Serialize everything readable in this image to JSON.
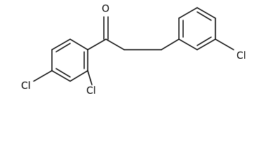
{
  "molecule": {
    "atoms": {
      "oxygen": "O",
      "chlorine_4": "Cl",
      "chlorine_2": "Cl",
      "chlorine_3prime": "Cl"
    },
    "colors": {
      "bond": "#000000",
      "label": "#000000",
      "background": "#ffffff"
    }
  }
}
